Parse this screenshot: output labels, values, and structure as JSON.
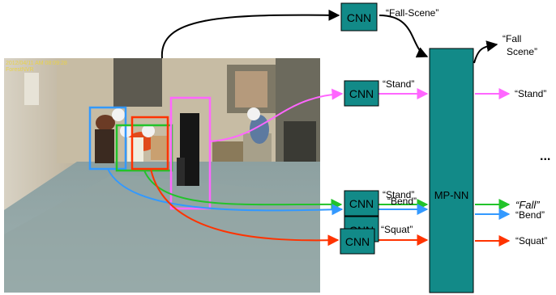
{
  "photo": {
    "timestamp_line1": "2012/04/11 AM 08:09:28",
    "timestamp_line2": "ForestNVR"
  },
  "scene_branch": {
    "cnn_label": "CNN",
    "output_quote": "“Fall-Scene”"
  },
  "person_branches": [
    {
      "id": "stand-1",
      "cnn_label": "CNN",
      "output_quote": "“Stand”",
      "color": "#ff66ff"
    },
    {
      "id": "stand-2",
      "cnn_label": "CNN",
      "output_quote": "“Stand”",
      "color": "#22c32a"
    },
    {
      "id": "bend",
      "cnn_label": "CNN",
      "output_quote": "“Bend”",
      "color": "#3399ff"
    },
    {
      "id": "squat",
      "cnn_label": "CNN",
      "output_quote": "“Squat”",
      "color": "#ff3300"
    }
  ],
  "mpnn": {
    "label": "MP-NN",
    "color": "#128a88"
  },
  "outputs": {
    "fall_scene_line1": "Fall",
    "fall_scene_line2": "Scene”",
    "fall_scene_open_quote": "“",
    "stand": "“Stand”",
    "ellipsis": "...",
    "fall": "“Fall”",
    "bend": "“Bend”",
    "squat": "“Squat”"
  },
  "colors": {
    "cnn_box": "#128a88",
    "magenta": "#ff66ff",
    "green": "#22c32a",
    "blue": "#3399ff",
    "red": "#ff3300",
    "black": "#000000"
  }
}
